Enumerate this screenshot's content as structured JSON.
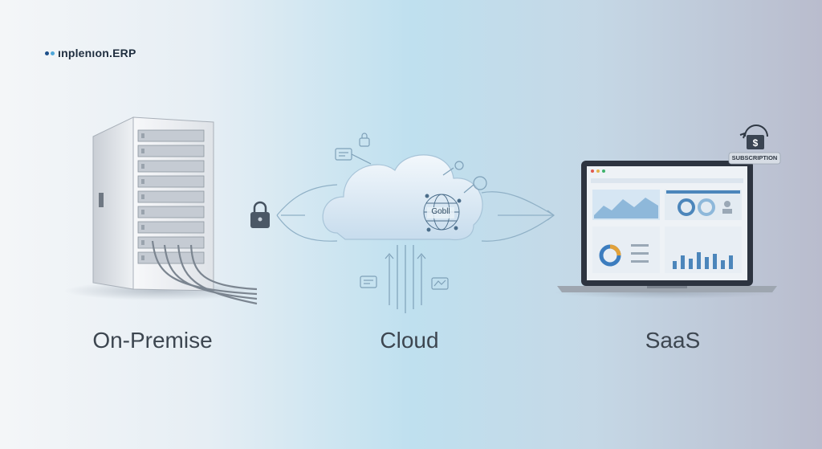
{
  "brand": {
    "name": "ınplenıon.ERP",
    "accent": "#1d4f8a",
    "accent_light": "#4fa7d9"
  },
  "sections": [
    {
      "id": "on-premise",
      "label": "On-Premise"
    },
    {
      "id": "cloud",
      "label": "Cloud",
      "badge": "Gobll"
    },
    {
      "id": "saas",
      "label": "SaaS",
      "badge": "SUBSCRIPTION"
    }
  ],
  "icons": [
    "server-rack-icon",
    "lock-icon",
    "cloud-icon",
    "globe-network-icon",
    "document-icon",
    "laptop-dashboard-icon",
    "dollar-lock-icon",
    "arrow-right-icon"
  ]
}
